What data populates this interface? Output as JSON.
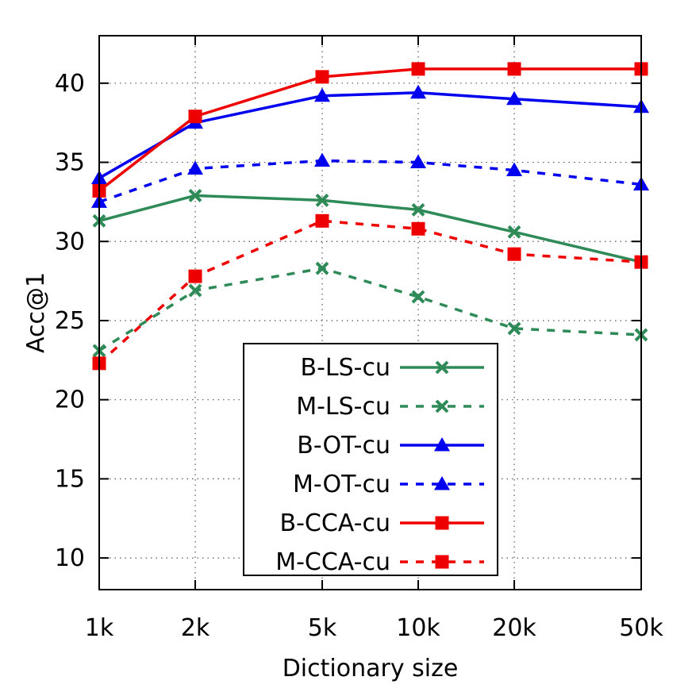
{
  "chart_data": {
    "type": "line",
    "xlabel": "Dictionary size",
    "ylabel": "Acc@1",
    "categories": [
      "1k",
      "2k",
      "5k",
      "10k",
      "20k",
      "50k"
    ],
    "x_scale": "log",
    "ylim": [
      8,
      43
    ],
    "yticks": [
      10,
      15,
      20,
      25,
      30,
      35,
      40
    ],
    "grid": true,
    "legend_position": "bottom-center",
    "series": [
      {
        "name": "B-LS-cu",
        "color": "#2e8b57",
        "dash": "solid",
        "marker": "cross",
        "values": [
          31.3,
          32.9,
          32.6,
          32.0,
          30.6,
          28.7
        ]
      },
      {
        "name": "M-LS-cu",
        "color": "#2e8b57",
        "dash": "dashed",
        "marker": "cross",
        "values": [
          23.1,
          26.9,
          28.3,
          26.5,
          24.5,
          24.1
        ]
      },
      {
        "name": "B-OT-cu",
        "color": "#0000ee",
        "dash": "solid",
        "marker": "triangle",
        "values": [
          34.0,
          37.5,
          39.2,
          39.4,
          39.0,
          38.5
        ]
      },
      {
        "name": "M-OT-cu",
        "color": "#0000ee",
        "dash": "dashed",
        "marker": "triangle",
        "values": [
          32.5,
          34.6,
          35.1,
          35.0,
          34.5,
          33.6
        ]
      },
      {
        "name": "B-CCA-cu",
        "color": "#ee0000",
        "dash": "solid",
        "marker": "square",
        "values": [
          33.2,
          37.9,
          40.4,
          40.9,
          40.9,
          40.9
        ]
      },
      {
        "name": "M-CCA-cu",
        "color": "#ee0000",
        "dash": "dashed",
        "marker": "square",
        "values": [
          22.3,
          27.8,
          31.3,
          30.8,
          29.2,
          28.7
        ]
      }
    ]
  }
}
